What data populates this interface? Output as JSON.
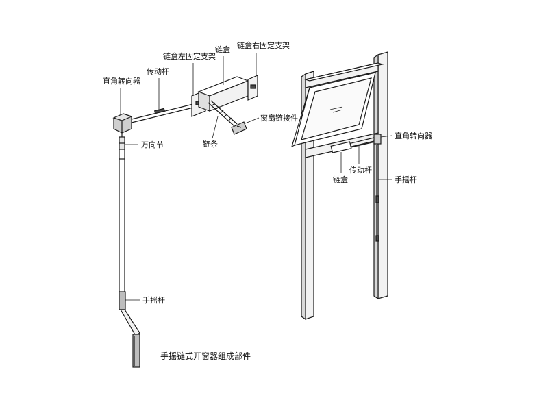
{
  "colors": {
    "stroke": "#1a1a1a",
    "fill_light": "#f2f2f2",
    "fill_mid": "#bdbdbd",
    "fill_dark": "#4a4a4a",
    "background": "#ffffff"
  },
  "left_assembly": {
    "labels": {
      "corner_drive": "直角转向器",
      "drive_rod": "传动杆",
      "chain_box_left_bracket": "链盒左固定支架",
      "chain_box": "链盒",
      "chain_box_right_bracket": "链盒右固定支架",
      "sash_chain_connector": "窗扇链接件",
      "chain": "链条",
      "universal_joint": "万向节",
      "hand_crank": "手摇杆"
    },
    "caption": "手摇链式开窗器组成部件"
  },
  "right_assembly": {
    "labels": {
      "corner_drive": "直角转向器",
      "hand_crank": "手摇杆",
      "chain_box": "链盒",
      "drive_rod": "传动杆"
    }
  }
}
